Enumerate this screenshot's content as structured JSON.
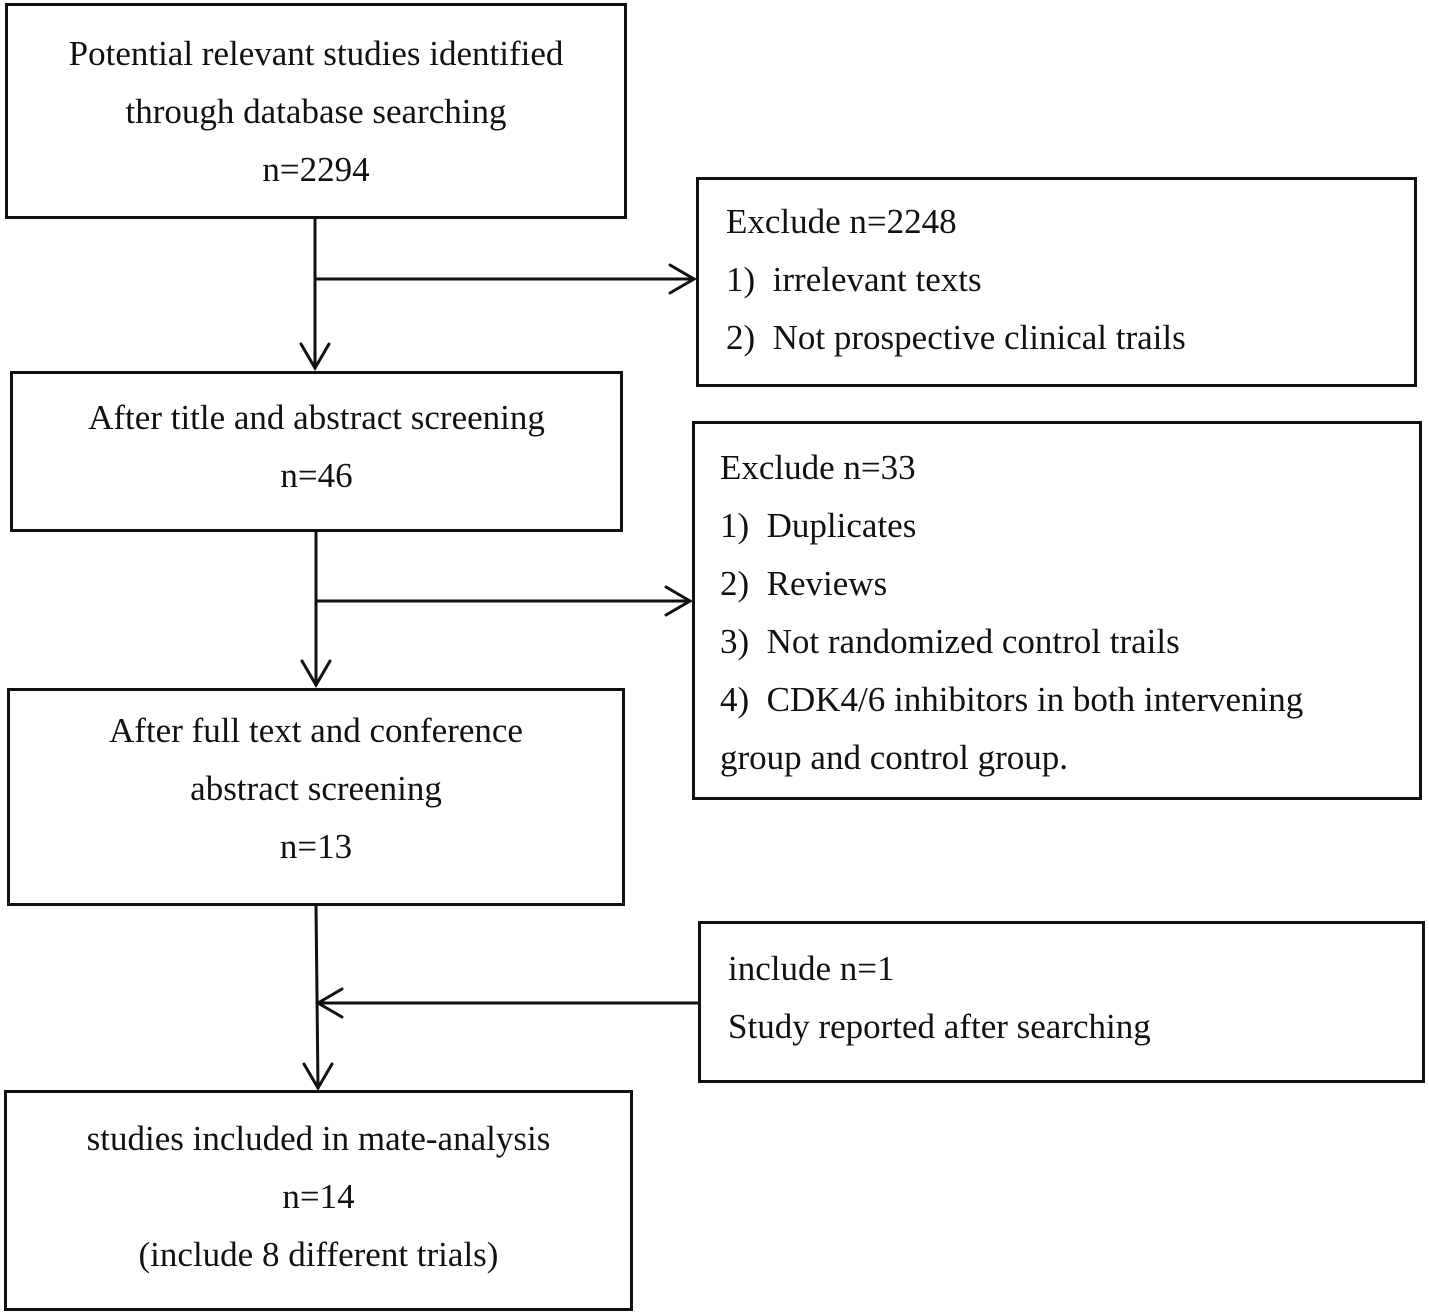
{
  "boxes": {
    "identified": {
      "lines": [
        "Potential relevant studies identified",
        "through database searching",
        "n=2294"
      ]
    },
    "title_abstract": {
      "lines": [
        "After title and abstract screening",
        "n=46"
      ]
    },
    "full_text": {
      "lines": [
        "After full text and conference",
        "abstract screening",
        "n=13"
      ]
    },
    "included": {
      "lines": [
        "studies included in mate-analysis",
        "n=14",
        "(include 8 different trials)"
      ]
    }
  },
  "side_boxes": {
    "exclude_1": {
      "lines": [
        "Exclude n=2248",
        "1)  irrelevant texts",
        "2)  Not prospective clinical trails"
      ]
    },
    "exclude_2": {
      "lines": [
        "Exclude n=33",
        "1)  Duplicates",
        "2)  Reviews",
        "3)  Not randomized control trails",
        "4)  CDK4/6 inhibitors in both intervening",
        "group and control group."
      ]
    },
    "include_extra": {
      "lines": [
        "include n=1",
        "Study reported after searching"
      ]
    }
  }
}
